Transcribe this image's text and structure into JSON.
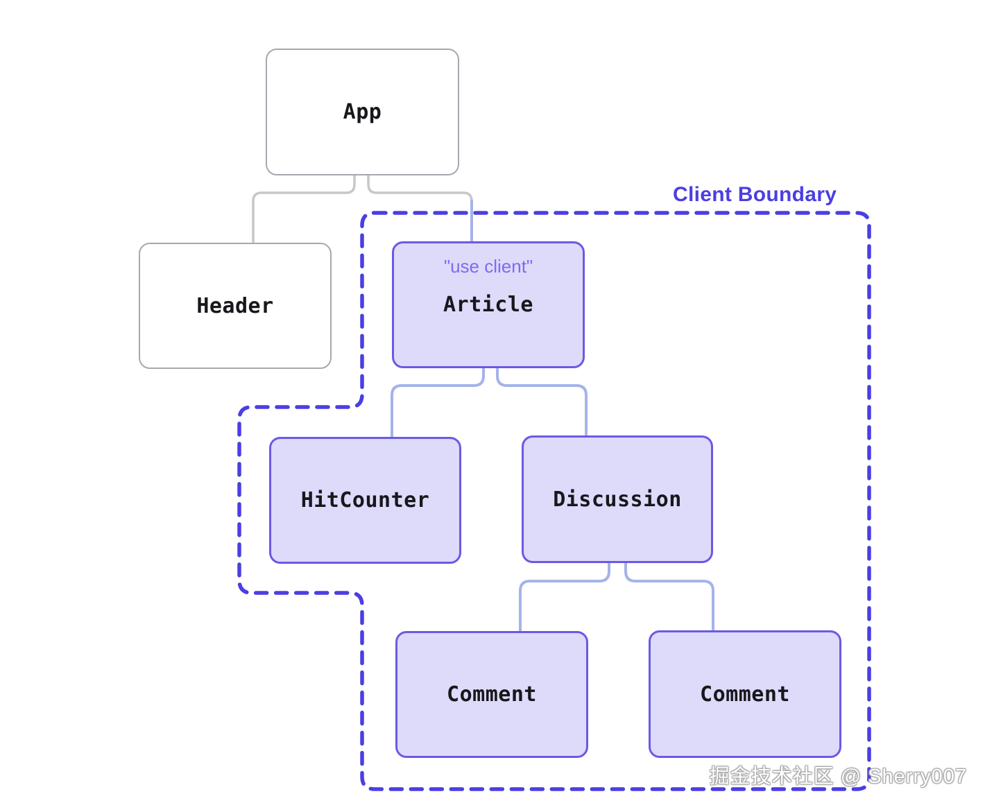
{
  "diagram": {
    "title_hint": "React server/client component tree",
    "boundary": {
      "label": "Client Boundary"
    },
    "nodes": {
      "app": {
        "label": "App",
        "kind": "server"
      },
      "header": {
        "label": "Header",
        "kind": "server"
      },
      "article": {
        "label": "Article",
        "kind": "client",
        "directive": "\"use client\""
      },
      "hitcounter": {
        "label": "HitCounter",
        "kind": "client"
      },
      "discussion": {
        "label": "Discussion",
        "kind": "client"
      },
      "comment_left": {
        "label": "Comment",
        "kind": "client"
      },
      "comment_right": {
        "label": "Comment",
        "kind": "client"
      }
    },
    "edges": [
      {
        "from": "App",
        "to": "Header"
      },
      {
        "from": "App",
        "to": "Article"
      },
      {
        "from": "Article",
        "to": "HitCounter"
      },
      {
        "from": "Article",
        "to": "Discussion"
      },
      {
        "from": "Discussion",
        "to": "Comment (left)"
      },
      {
        "from": "Discussion",
        "to": "Comment (right)"
      }
    ],
    "colors": {
      "boundary_dash": "#4b3ee3",
      "boundary_label_text": "#4b3ee3",
      "client_box_fill": "#dedaf9",
      "client_box_border": "#6b59e3",
      "server_box_border": "#a7a7af",
      "server_connector": "#c6c6cc",
      "client_connector": "#a5b3ea",
      "directive_text": "#7b6cf0",
      "node_text": "#17171c"
    },
    "watermark": {
      "text": "掘金技术社区 @ Sherry007"
    }
  }
}
